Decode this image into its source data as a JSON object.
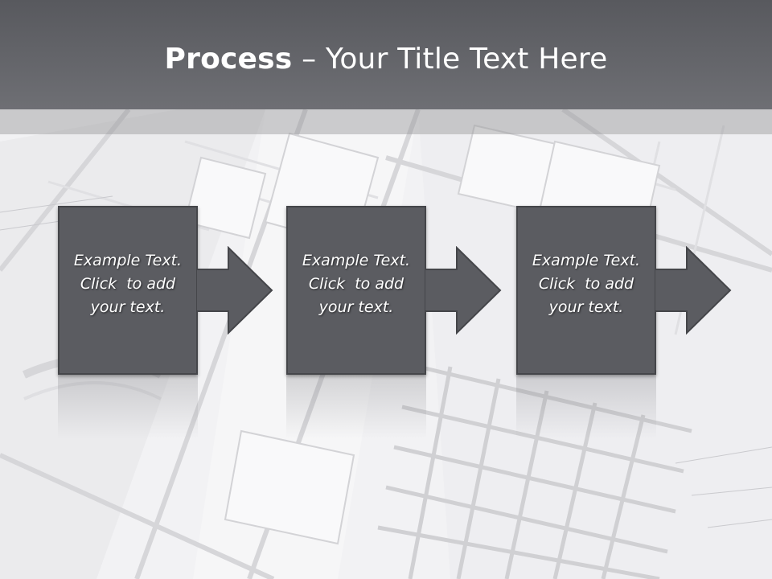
{
  "slide": {
    "title_bold": "Process",
    "title_rest": " – Your Title Text Here"
  },
  "steps": [
    {
      "lines": [
        "Example Text.",
        "Click  to add",
        "your text."
      ]
    },
    {
      "lines": [
        "Example Text.",
        "Click  to add",
        "your text."
      ]
    },
    {
      "lines": [
        "Example Text.",
        "Click  to add",
        "your text."
      ]
    }
  ],
  "colors": {
    "title_bar": "#5f6065",
    "box_fill": "#5b5c61",
    "box_border": "#45464a",
    "text": "#ffffff"
  },
  "icons": [
    "right-arrow-icon",
    "right-arrow-icon",
    "right-arrow-icon"
  ]
}
